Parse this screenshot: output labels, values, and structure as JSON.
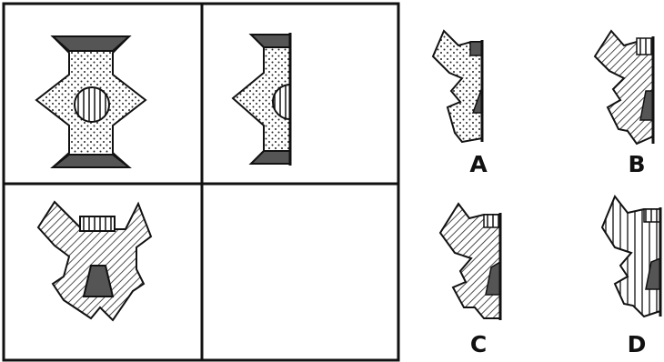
{
  "puzzle": {
    "grid_cells": [
      "top-left",
      "top-right",
      "bottom-left",
      "bottom-right"
    ],
    "answer_cell": "empty"
  },
  "options": [
    {
      "id": "A",
      "label": "A"
    },
    {
      "id": "B",
      "label": "B"
    },
    {
      "id": "C",
      "label": "C"
    },
    {
      "id": "D",
      "label": "D"
    }
  ],
  "colors": {
    "ink": "#111111",
    "dark_fill": "#555555",
    "paper": "#ffffff"
  }
}
